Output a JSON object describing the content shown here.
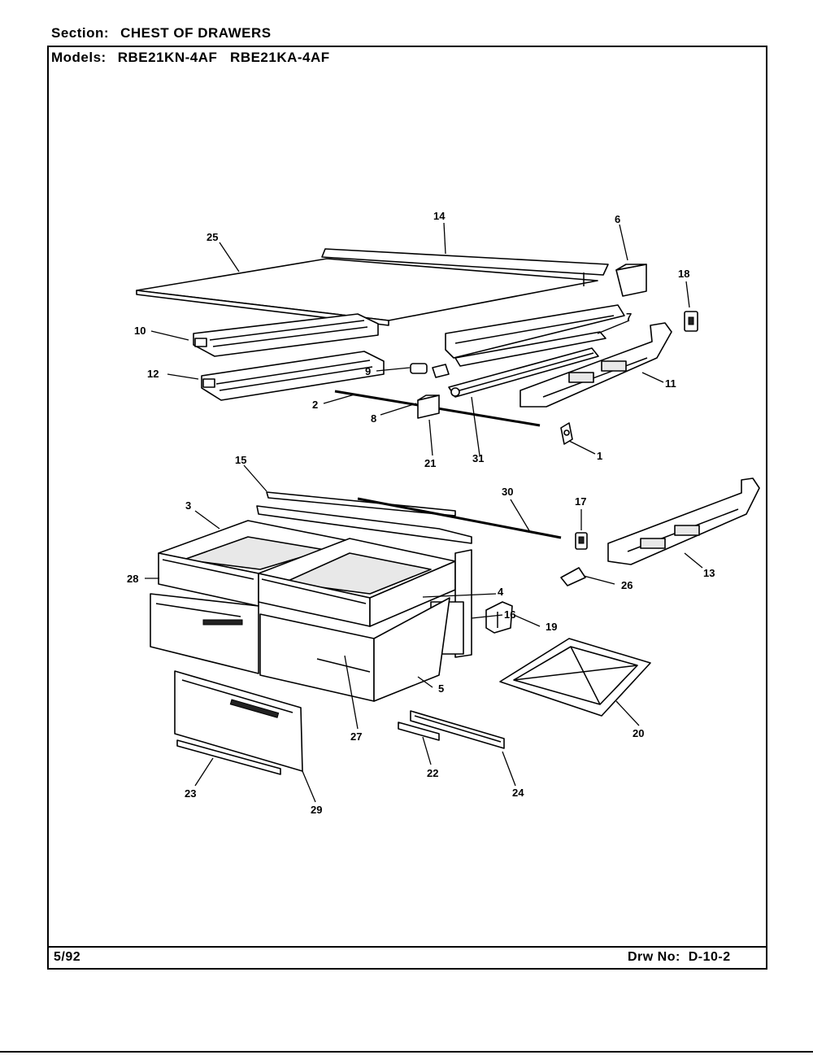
{
  "header": {
    "section_label": "Section:",
    "section_value": "CHEST OF DRAWERS",
    "models_label": "Models:",
    "models_value": "RBE21KN-4AF   RBE21KA-4AF"
  },
  "footer": {
    "date": "5/92",
    "drawing_number": "Drw No:  D-10-2"
  },
  "callouts": [
    "1",
    "2",
    "3",
    "4",
    "5",
    "6",
    "7",
    "8",
    "9",
    "10",
    "11",
    "12",
    "13",
    "14",
    "15",
    "16",
    "17",
    "18",
    "19",
    "20",
    "21",
    "22",
    "23",
    "24",
    "25",
    "26",
    "27",
    "28",
    "29",
    "30",
    "31"
  ]
}
